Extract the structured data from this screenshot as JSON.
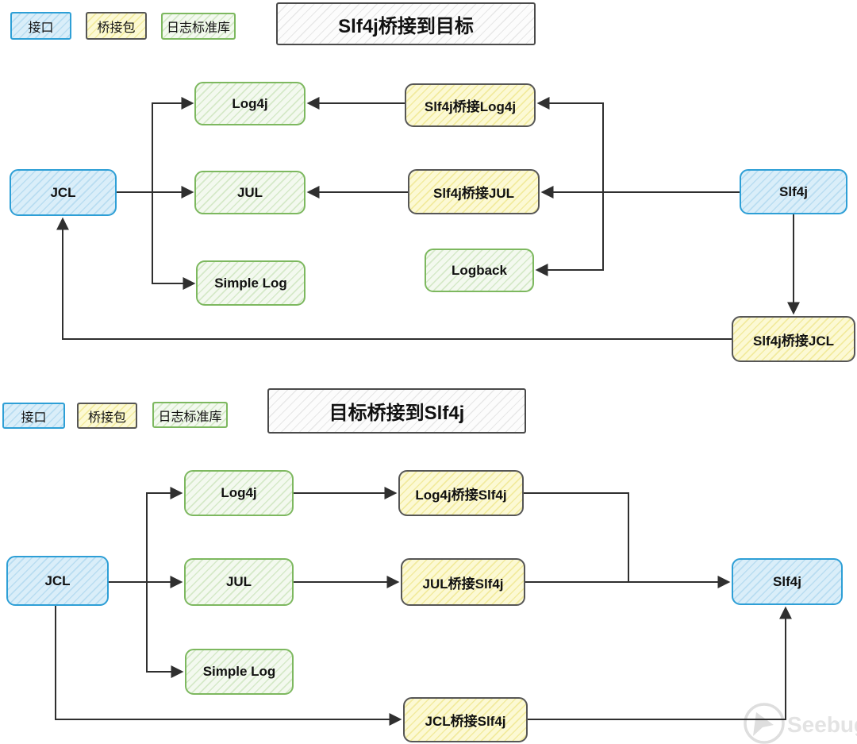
{
  "top": {
    "title": "Slf4j桥接到目标",
    "legend": {
      "interface": "接口",
      "bridge": "桥接包",
      "library": "日志标准库"
    },
    "nodes": {
      "jcl": "JCL",
      "log4j": "Log4j",
      "jul": "JUL",
      "simple_log": "Simple Log",
      "bridge_log4j": "Slf4j桥接Log4j",
      "bridge_jul": "Slf4j桥接JUL",
      "logback": "Logback",
      "slf4j": "Slf4j",
      "bridge_jcl": "Slf4j桥接JCL"
    }
  },
  "bottom": {
    "title": "目标桥接到Slf4j",
    "legend": {
      "interface": "接口",
      "bridge": "桥接包",
      "library": "日志标准库"
    },
    "nodes": {
      "jcl": "JCL",
      "log4j": "Log4j",
      "jul": "JUL",
      "simple_log": "Simple Log",
      "bridge_log4j": "Log4j桥接Slf4j",
      "bridge_jul": "JUL桥接Slf4j",
      "bridge_jcl": "JCL桥接Slf4j",
      "slf4j": "Slf4j"
    }
  },
  "watermark": {
    "text": "Seebug"
  },
  "colors": {
    "interface_border": "#2e9fd6",
    "interface_fill": "#daeef9",
    "bridge_border": "#565656",
    "bridge_fill": "#fcf9d4",
    "library_border": "#7db85f",
    "library_fill": "#f3f9ef",
    "connector_line": "#2f2f2f"
  }
}
